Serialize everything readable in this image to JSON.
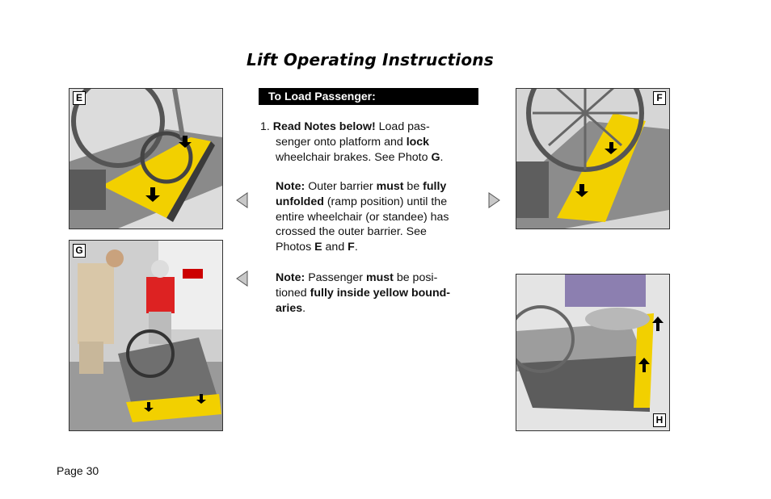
{
  "title": "Lift Operating Instructions",
  "section_header": "To Load Passenger:",
  "step1": {
    "number": "1",
    "p1": [
      "Read Notes below!",
      "  Load pas-",
      "senger onto platform and ",
      "lock",
      "wheelchair brakes.  See  Photo ",
      "G",
      "."
    ],
    "p2": [
      "Note:",
      "  Outer barrier ",
      "must",
      " be ",
      "fully",
      "unfolded",
      " (ramp position) until the",
      "entire wheelchair (or standee) has",
      "crossed the outer barrier.  See",
      "Photos ",
      "E",
      " and ",
      "F",
      "."
    ],
    "p3": [
      "Note:",
      "  Passenger ",
      "must",
      " be posi-",
      "tioned ",
      "fully inside yellow bound-",
      "aries",
      "."
    ]
  },
  "photos": {
    "e": {
      "label": "E"
    },
    "f": {
      "label": "F"
    },
    "g": {
      "label": "G"
    },
    "h": {
      "label": "H"
    }
  },
  "page_number": "Page 30",
  "colors": {
    "platform_yellow": "#f2d000",
    "header_bg": "#000000",
    "arrow_gray": "#c8c8c8"
  },
  "icons": [
    "triangle-left-icon",
    "triangle-right-icon",
    "down-arrow-icon",
    "up-arrow-icon"
  ]
}
